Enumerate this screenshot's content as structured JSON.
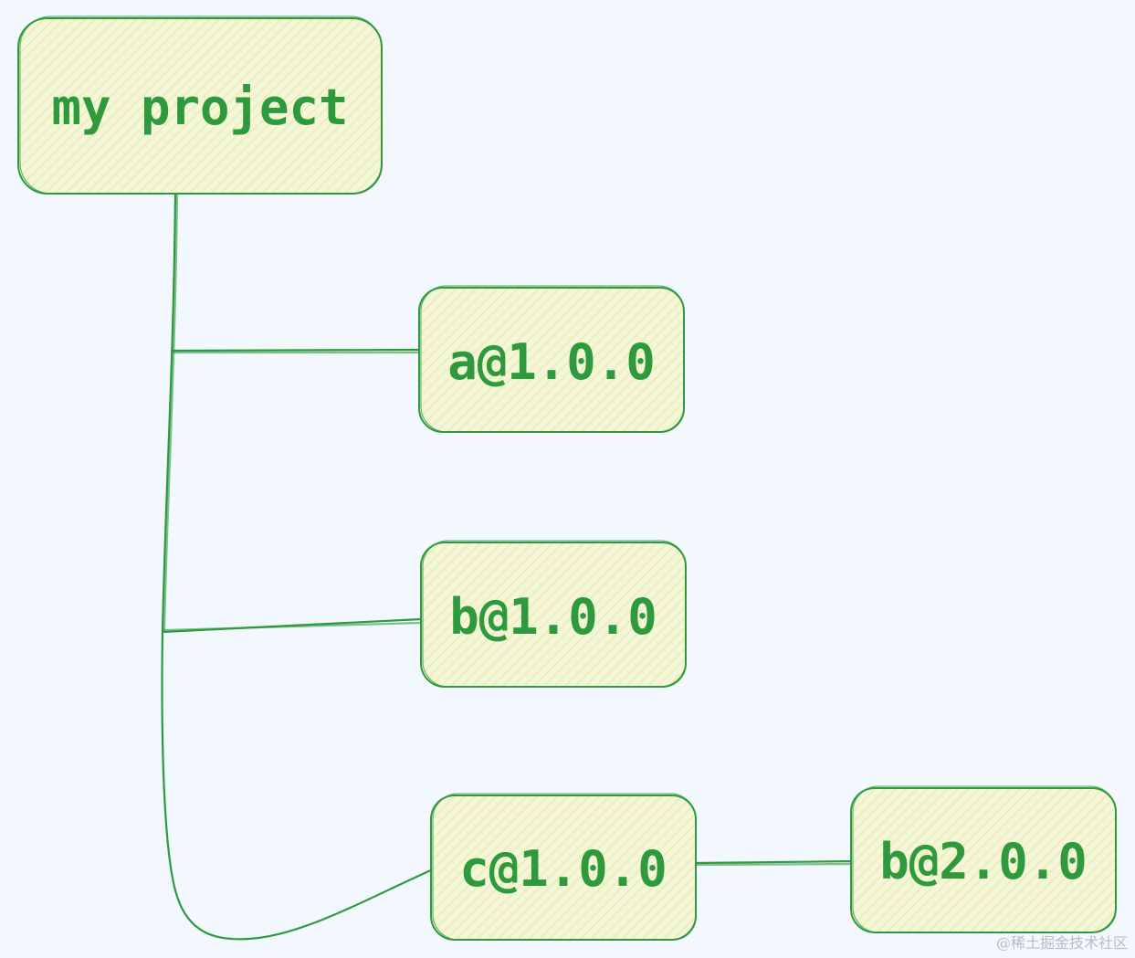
{
  "diagram": {
    "type": "dependency-tree",
    "stroke_color": "#2f9a3d",
    "fill_color": "#f4f6dc",
    "hatch_color": "#e8ee9a",
    "background_color": "#f3f8fe",
    "nodes": {
      "root": {
        "label": "my project"
      },
      "a": {
        "label": "a@1.0.0"
      },
      "b1": {
        "label": "b@1.0.0"
      },
      "c": {
        "label": "c@1.0.0"
      },
      "b2": {
        "label": "b@2.0.0"
      }
    },
    "edges": [
      {
        "from": "my project",
        "to": "a@1.0.0"
      },
      {
        "from": "my project",
        "to": "b@1.0.0"
      },
      {
        "from": "my project",
        "to": "c@1.0.0"
      },
      {
        "from": "c@1.0.0",
        "to": "b@2.0.0"
      }
    ]
  },
  "watermark": "@稀土掘金技术社区"
}
